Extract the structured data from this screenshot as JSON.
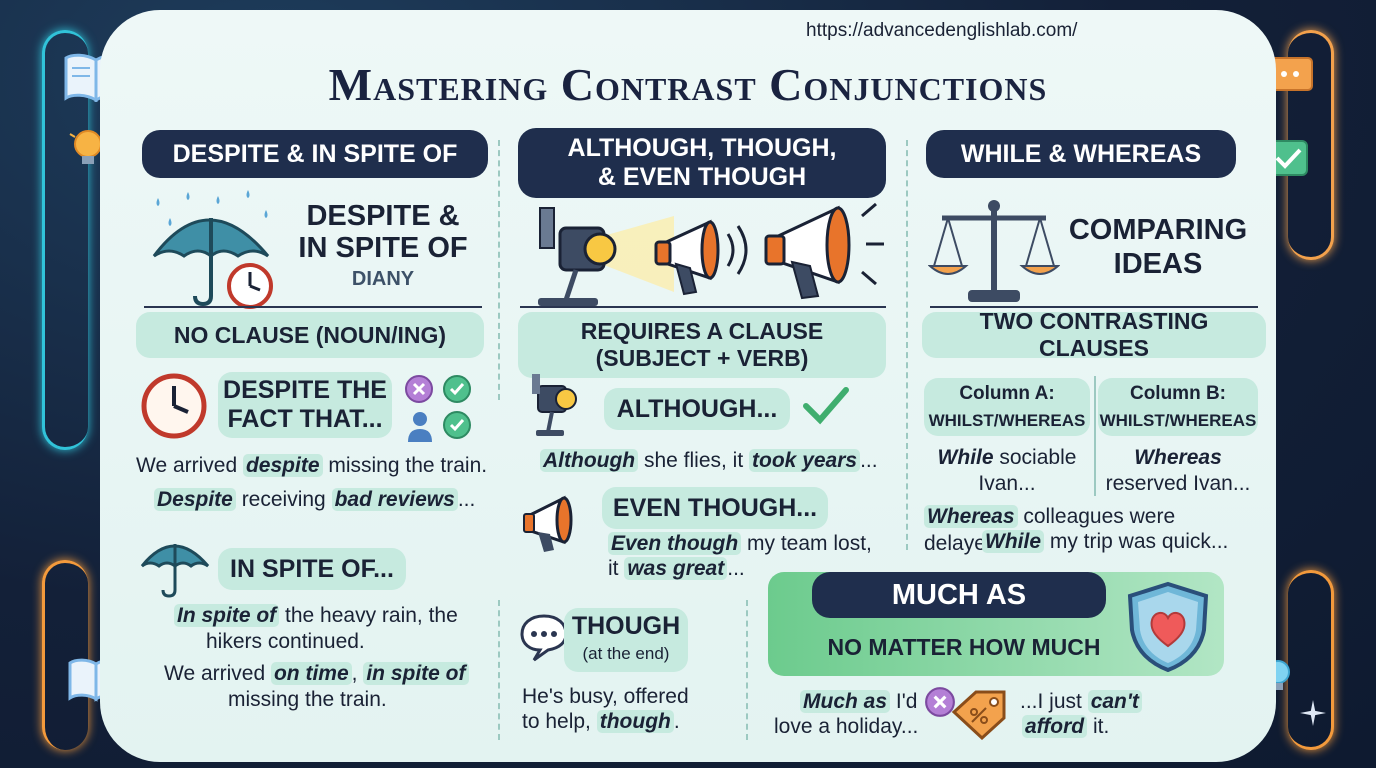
{
  "url": "https://advancedenglishlab.com/",
  "title": "Mastering Contrast Conjunctions",
  "col1": {
    "header": "DESPITE & IN SPITE OF",
    "big_line1": "DESPITE &",
    "big_line2": "IN SPITE OF",
    "small_label": "DIANY",
    "pill": "NO CLAUSE (NOUN/ING)",
    "fact_line1": "DESPITE THE",
    "fact_line2": "FACT THAT...",
    "ex1_a": "We arrived ",
    "ex1_b": "despite",
    "ex1_c": " missing the train.",
    "ex2_a": "Despite",
    "ex2_b": " receiving ",
    "ex2_c": "bad reviews",
    "ex2_d": "...",
    "inspite_pill": "IN SPITE OF...",
    "ex3_a": "In spite of",
    "ex3_b": " the heavy rain, the",
    "ex3_c": "hikers continued.",
    "ex4_a": "We arrived ",
    "ex4_b": "on time",
    "ex4_c": ", ",
    "ex4_d": "in spite of",
    "ex4_e": "missing the train."
  },
  "col2": {
    "header_line1": "ALTHOUGH, THOUGH,",
    "header_line2": "& EVEN THOUGH",
    "pill_line1": "REQUIRES A CLAUSE",
    "pill_line2": "(SUBJECT + VERB)",
    "although_pill": "ALTHOUGH...",
    "ex1_a": "Although",
    "ex1_b": " she flies, it ",
    "ex1_c": "took years",
    "ex1_d": "...",
    "eventhough_pill": "EVEN THOUGH...",
    "ex2_a": "Even though",
    "ex2_b": " my team lost,",
    "ex2_c": "it ",
    "ex2_d": "was great",
    "ex2_e": "...",
    "though_title": "THOUGH",
    "though_sub": "(at the end)",
    "ex3_a": "He's busy, offered",
    "ex3_b": "to help, ",
    "ex3_c": "though",
    "ex3_d": "."
  },
  "col3": {
    "header": "WHILE & WHEREAS",
    "big_line1": "COMPARING",
    "big_line2": "IDEAS",
    "pill": "TWO CONTRASTING CLAUSES",
    "colA_title": "Column A:",
    "colA_sub": "WHILST/WHEREAS",
    "colB_title": "Column B:",
    "colB_sub": "WHILST/WHEREAS",
    "colA_ex_a": "While",
    "colA_ex_b": " sociable",
    "colA_ex_c": "Ivan...",
    "colB_ex_a": "Whereas",
    "colB_ex_b": "reserved Ivan...",
    "ex1_a": "Whereas",
    "ex1_b": " colleagues were delayed...",
    "ex2_a": "While",
    "ex2_b": " my trip was quick..."
  },
  "much_as": {
    "header": "MUCH AS",
    "sub": "NO MATTER HOW MUCH",
    "ex1_a": "Much as",
    "ex1_b": " I'd",
    "ex1_c": "love a holiday...",
    "ex2_a": "...I just ",
    "ex2_b": "can't",
    "ex2_c": "afford",
    "ex2_d": " it."
  },
  "colors": {
    "dark_pill": "#1f2e4d",
    "green_pill": "#c6eadf",
    "highlight": "#c6eadf",
    "neon_cyan": "#31c3d9",
    "neon_orange": "#f39a3c"
  },
  "icons": [
    "book-icon",
    "gear-icon",
    "lightbulb-icon",
    "chat-bubble-icon",
    "checkbox-icon",
    "umbrella-icon",
    "clock-icon",
    "spotlight-icon",
    "megaphone-icon",
    "scales-icon",
    "shield-heart-icon",
    "price-tag-icon",
    "x-circle-icon",
    "check-circle-icon",
    "person-icon",
    "speech-bubble-icon",
    "sparkle-icon"
  ]
}
